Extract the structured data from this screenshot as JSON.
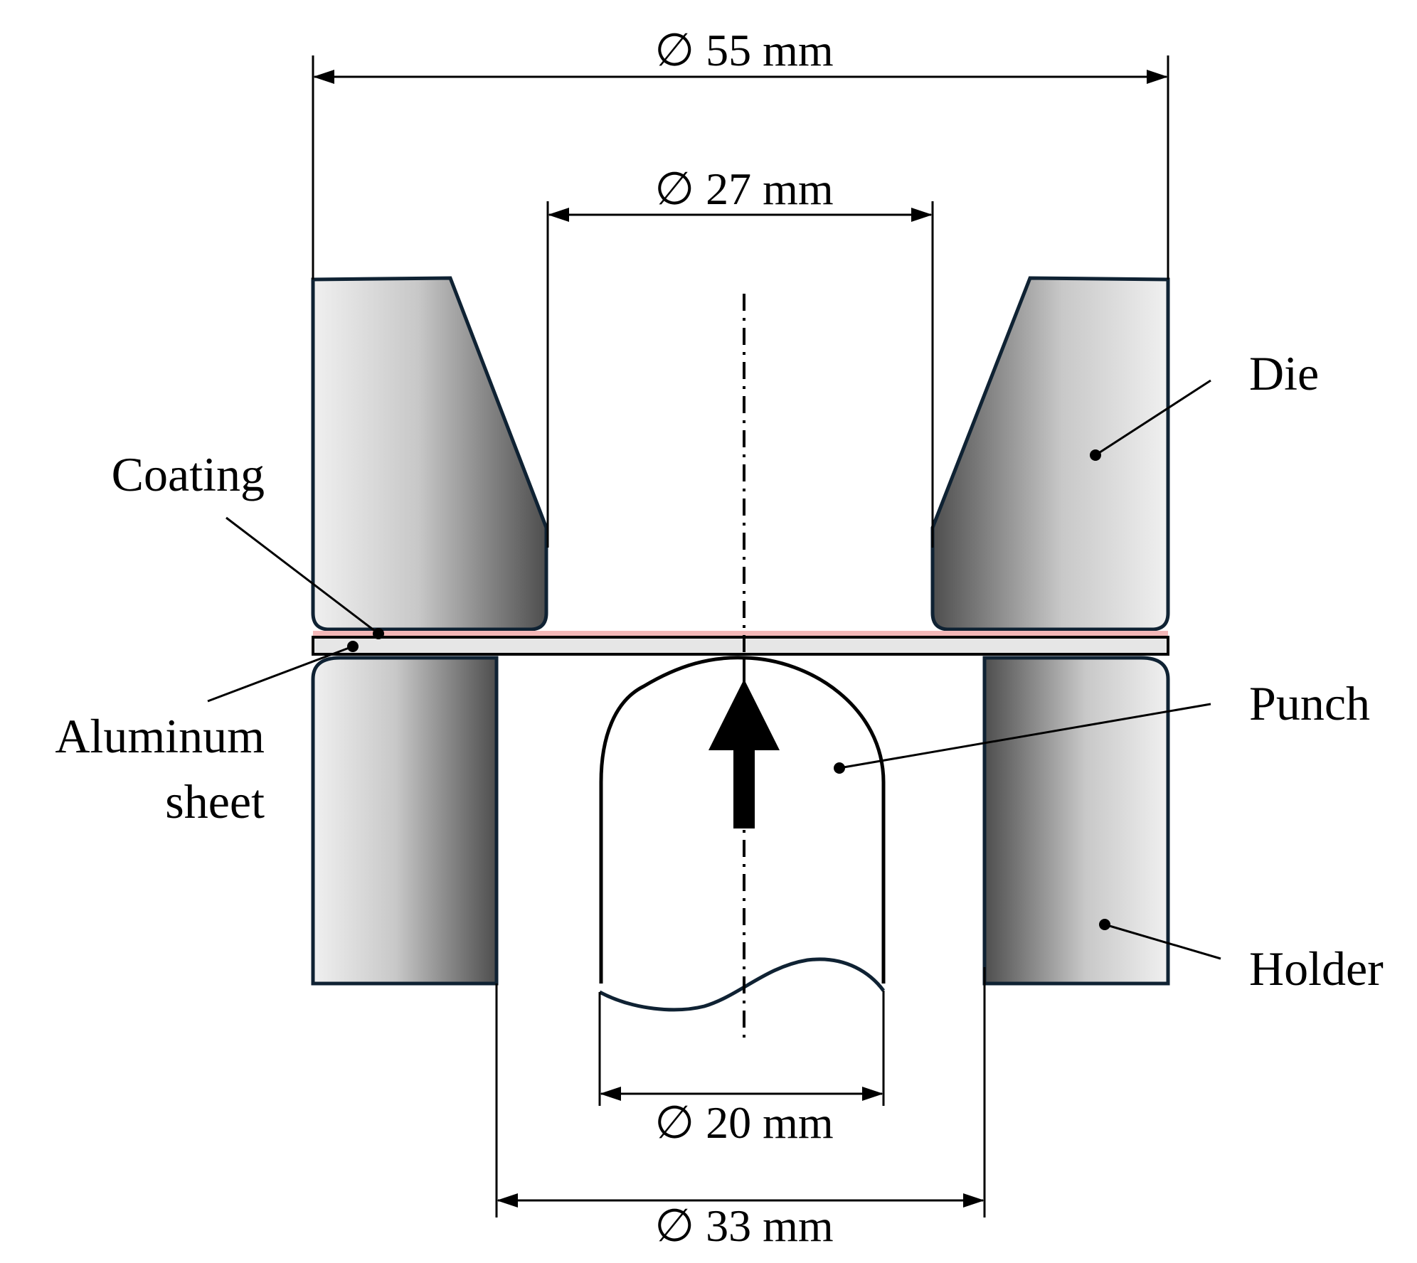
{
  "dimensions": {
    "die_outer": "∅ 55 mm",
    "die_opening": "∅ 27 mm",
    "punch": "∅ 20 mm",
    "holder_opening": "∅ 33 mm"
  },
  "labels": {
    "die": "Die",
    "punch": "Punch",
    "holder": "Holder",
    "coating": "Coating",
    "sheet_line1": "Aluminum",
    "sheet_line2": "sheet"
  },
  "colors": {
    "outline": "#0f2233",
    "steel_light": "#ececec",
    "steel_dark": "#555555",
    "coating": "#f3b7b7",
    "sheet": "#e6e6e6"
  }
}
